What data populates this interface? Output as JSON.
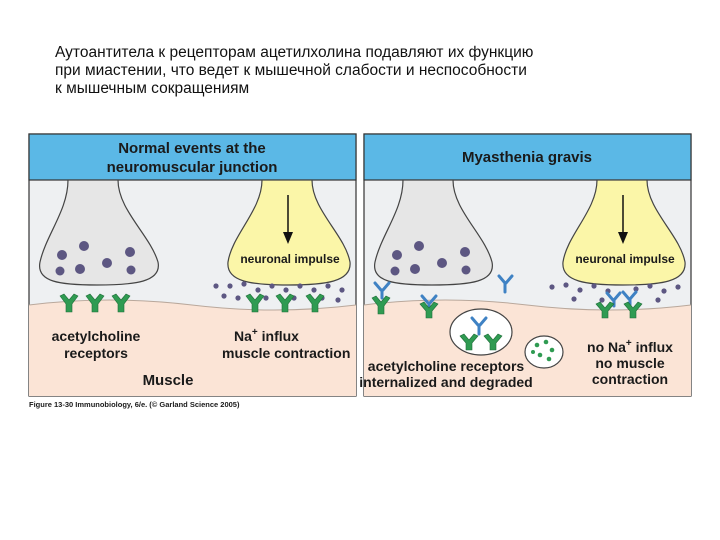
{
  "caption": {
    "line1": "Аутоантитела к рецепторам ацетилхолина подавляют их функцию",
    "line2": "при миастении, что ведет к мышечной слабости и неспособности",
    "line3": "к мышечным сокращениям"
  },
  "panels": {
    "normal": {
      "title_line1": "Normal events at the",
      "title_line2": "neuromuscular junction",
      "impulse_label": "neuronal impulse",
      "receptor_label_line1": "acetylcholine",
      "receptor_label_line2": "receptors",
      "influx_label_line1": "Na",
      "influx_sup": "+",
      "influx_label_line1_rest": " influx",
      "influx_label_line2": "muscle contraction",
      "muscle_label": "Muscle"
    },
    "myasthenia": {
      "title": "Myasthenia gravis",
      "impulse_label": "neuronal impulse",
      "internalized_line1": "acetylcholine receptors",
      "internalized_line2": "internalized and degraded",
      "no_influx_line1": "no Na",
      "no_influx_sup": "+",
      "no_influx_line1_rest": " influx",
      "no_influx_line2": "no muscle",
      "no_influx_line3": "contraction"
    }
  },
  "credit": "Figure 13-30 Immunobiology, 6/e. (© Garland Science 2005)",
  "colors": {
    "header_blue": "#5bb8e6",
    "muscle_pink": "#fbe4d6",
    "synapse_gray": "#eef0f2",
    "terminal_gray": "#e8e8e8",
    "vesicle_purple": "#5d5782",
    "receptor_green": "#2f9b52",
    "neuron_yellow": "#fbf6a8",
    "antibody_blue": "#3f82c4",
    "border": "#333333"
  }
}
